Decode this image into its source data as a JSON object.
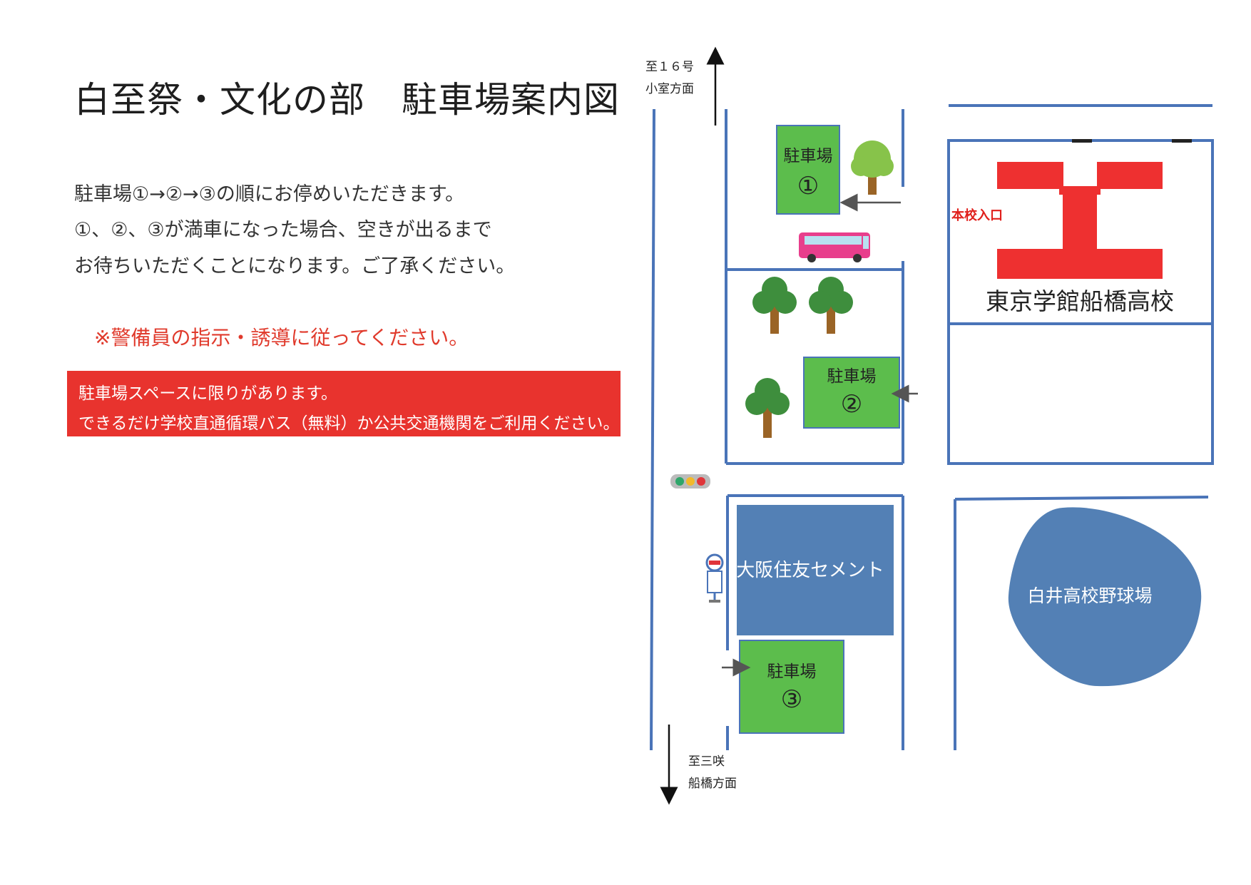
{
  "title": "白至祭・文化の部　駐車場案内図",
  "instructions": [
    "駐車場①→②→③の順にお停めいただきます。",
    "①、②、③が満車になった場合、空きが出るまで",
    "お待ちいただくことになります。ご了承ください。"
  ],
  "warning": "※警備員の指示・誘導に従ってください。",
  "banner": {
    "line1": "駐車場スペースに限りがあります。",
    "line2": "できるだけ学校直通循環バス（無料）か公共交通機関をご利用ください。"
  },
  "map": {
    "north_direction": [
      "至１６号",
      "小室方面"
    ],
    "south_direction": [
      "至三咲",
      "船橋方面"
    ],
    "parking1": {
      "label": "駐車場",
      "number": "①"
    },
    "parking2": {
      "label": "駐車場",
      "number": "②"
    },
    "parking3": {
      "label": "駐車場",
      "number": "③"
    },
    "school_name": "東京学館船橋高校",
    "school_entrance": "本校入口",
    "cement": "大阪住友セメント",
    "baseball": "白井高校野球場",
    "colors": {
      "road": "#4a74b8",
      "parking": "#5cbd4c",
      "school": "#ee3030",
      "cement": "#5380b5",
      "baseball": "#5380b5",
      "banner": "#e8332e"
    }
  }
}
